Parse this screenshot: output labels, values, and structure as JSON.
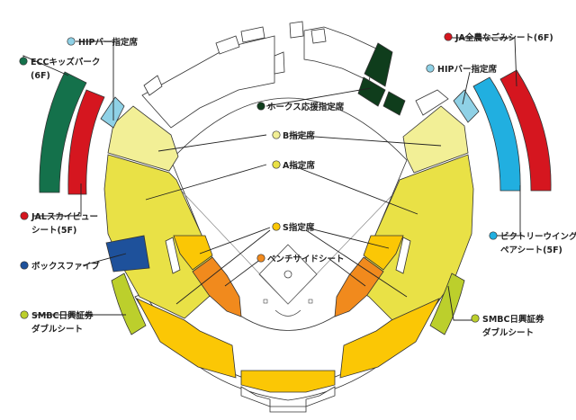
{
  "colors": {
    "hawks": "#0f3d1c",
    "b_seat": "#f2ef96",
    "a_seat": "#e9e146",
    "s_seat": "#fbc705",
    "bench": "#f18a1d",
    "hip_bar": "#8fd1e6",
    "ja_zenno": "#d5161f",
    "ecc_kids": "#14714b",
    "jal_sky": "#d5161f",
    "box": "#1e519b",
    "smbc": "#bccf2c",
    "victory": "#21afe0"
  },
  "labels": {
    "hawks": "ホークス応援指定席",
    "b_seat": "B指定席",
    "a_seat": "A指定席",
    "s_seat": "S指定席",
    "bench": "ベンチサイドシート",
    "hip_bar_left": "HIPバー指定席",
    "hip_bar_right": "HIPバー指定席",
    "ja_zenno": "JA全農なごみシート(6F)",
    "ecc_kids_line1": "ECCキッズパーク",
    "ecc_kids_line2": "(6F)",
    "jal_sky_line1": "JALスカイビュー",
    "jal_sky_line2": "シート(5F)",
    "box": "ボックスファイブ",
    "smbc_left_line1": "SMBC日興証券",
    "smbc_left_line2": "ダブルシート",
    "smbc_right_line1": "SMBC日興証券",
    "smbc_right_line2": "ダブルシート",
    "victory_line1": "ビクトリーウイング",
    "victory_line2": "ペアシート(5F)"
  }
}
